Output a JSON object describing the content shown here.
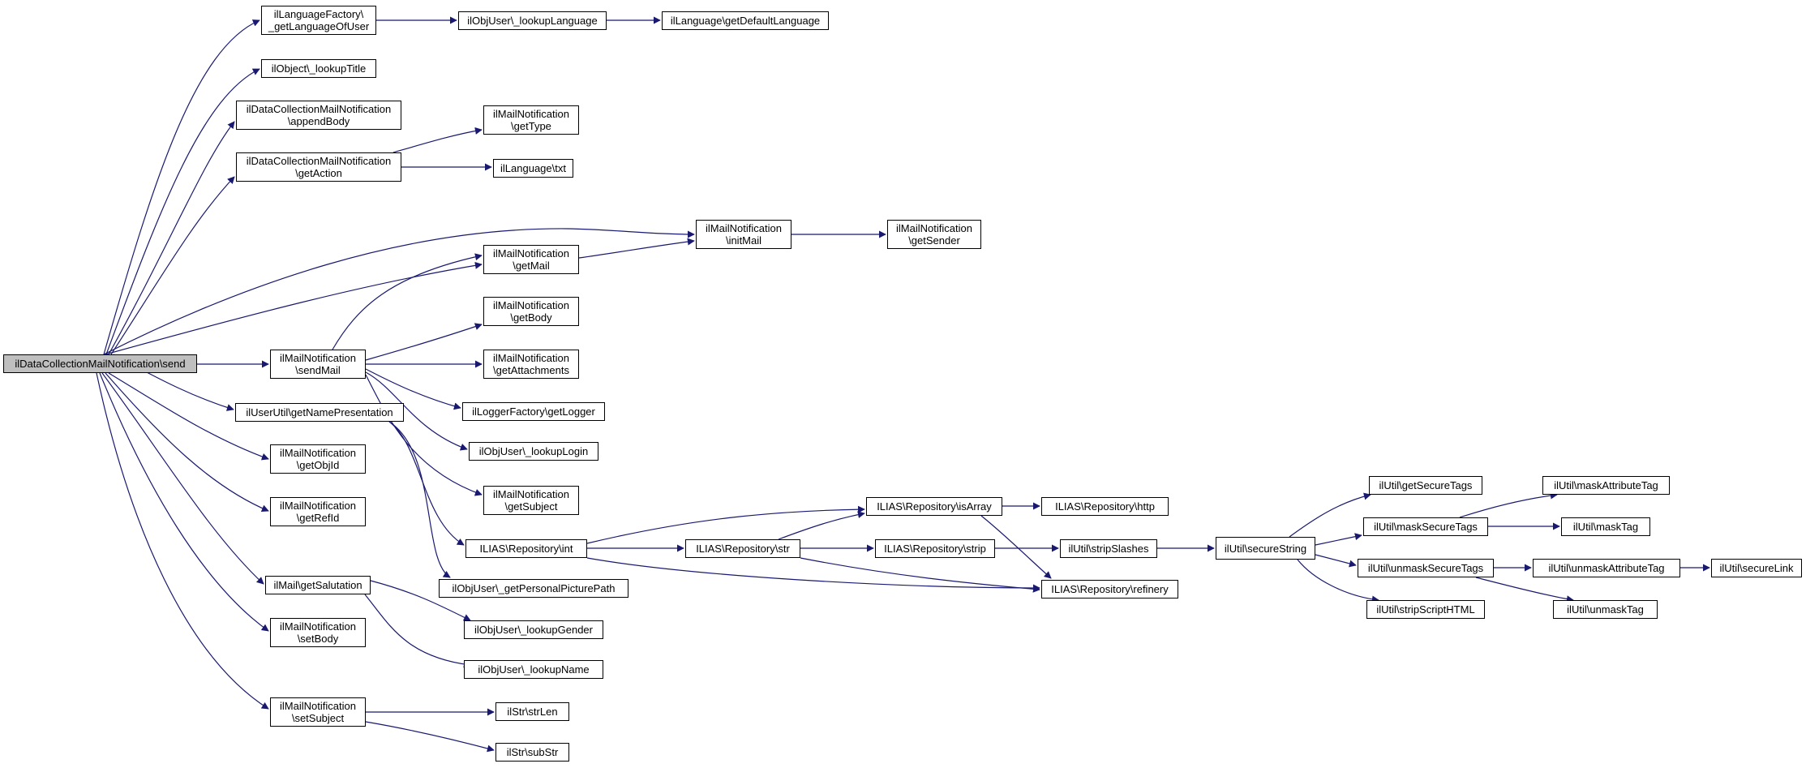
{
  "colors": {
    "edge": "#191970",
    "node_border": "#000000",
    "node_fill": "#ffffff",
    "root_fill": "#bfbfbf"
  },
  "nodes": {
    "root": "ilDataCollectionMailNotification\\send",
    "lf_get_lang_user": "ilLanguageFactory\\\n_getLanguageOfUser",
    "objuser_lookup_language": "ilObjUser\\_lookupLanguage",
    "language_get_default": "ilLanguage\\getDefaultLanguage",
    "object_lookup_title": "ilObject\\_lookupTitle",
    "dc_append_body": "ilDataCollectionMailNotification\n\\appendBody",
    "dc_get_action": "ilDataCollectionMailNotification\n\\getAction",
    "mn_get_type": "ilMailNotification\n\\getType",
    "language_txt": "ilLanguage\\txt",
    "mn_init_mail": "ilMailNotification\n\\initMail",
    "mn_get_sender": "ilMailNotification\n\\getSender",
    "mn_get_mail": "ilMailNotification\n\\getMail",
    "mn_get_body": "ilMailNotification\n\\getBody",
    "mn_send_mail": "ilMailNotification\n\\sendMail",
    "mn_get_attachments": "ilMailNotification\n\\getAttachments",
    "logger_get_logger": "ilLoggerFactory\\getLogger",
    "userutil_get_name_presentation": "ilUserUtil\\getNamePresentation",
    "objuser_lookup_login": "ilObjUser\\_lookupLogin",
    "mn_get_obj_id": "ilMailNotification\n\\getObjId",
    "mn_get_subject": "ilMailNotification\n\\getSubject",
    "mn_get_ref_id": "ilMailNotification\n\\getRefId",
    "repo_int": "ILIAS\\Repository\\int",
    "repo_str": "ILIAS\\Repository\\str",
    "repo_is_array": "ILIAS\\Repository\\isArray",
    "repo_http": "ILIAS\\Repository\\http",
    "repo_strip": "ILIAS\\Repository\\strip",
    "repo_refinery": "ILIAS\\Repository\\refinery",
    "util_strip_slashes": "ilUtil\\stripSlashes",
    "util_secure_string": "ilUtil\\secureString",
    "util_get_secure_tags": "ilUtil\\getSecureTags",
    "util_mask_secure_tags": "ilUtil\\maskSecureTags",
    "util_unmask_secure_tags": "ilUtil\\unmaskSecureTags",
    "util_strip_script_html": "ilUtil\\stripScriptHTML",
    "util_mask_attribute_tag": "ilUtil\\maskAttributeTag",
    "util_mask_tag": "ilUtil\\maskTag",
    "util_unmask_attribute_tag": "ilUtil\\unmaskAttributeTag",
    "util_unmask_tag": "ilUtil\\unmaskTag",
    "util_secure_link": "ilUtil\\secureLink",
    "objuser_get_personal_picture_path": "ilObjUser\\_getPersonalPicturePath",
    "mail_get_salutation": "ilMail\\getSalutation",
    "objuser_lookup_gender": "ilObjUser\\_lookupGender",
    "objuser_lookup_name": "ilObjUser\\_lookupName",
    "mn_set_body": "ilMailNotification\n\\setBody",
    "mn_set_subject": "ilMailNotification\n\\setSubject",
    "str_strlen": "ilStr\\strLen",
    "str_substr": "ilStr\\subStr"
  }
}
